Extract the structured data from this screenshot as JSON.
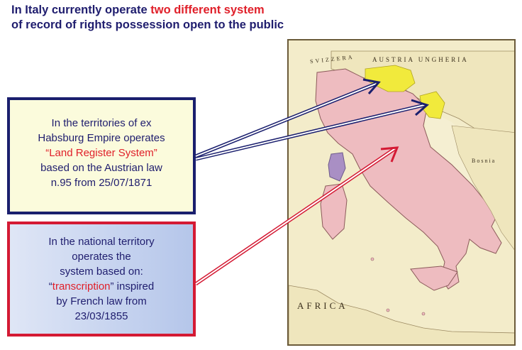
{
  "header": {
    "title_part1": "In Italy currently operate ",
    "title_highlight": "two different system",
    "title_line2": "of record of rights possession open to the public"
  },
  "box_habsburg": {
    "line1": "In the territories of ex",
    "line2": "Habsburg Empire operates",
    "highlight": "“Land Register System”",
    "line3": "based on the Austrian law",
    "line4": "n.95 from 25/07/1871",
    "border_color": "#1a1f6e"
  },
  "box_national": {
    "line1": "In the national territory",
    "line2": "operates the",
    "line3": "system based on:",
    "quote_open": "“",
    "highlight": "transcription",
    "quote_rest": "” inspired",
    "line5": "by French law from",
    "line6": "23/03/1855",
    "border_color": "#d41a34"
  },
  "map": {
    "label_austria": "AUSTRIA UNGHERIA",
    "label_svizzera": "SVIZZERA",
    "label_bosnia": "Bosnia",
    "label_africa": "AFRICA",
    "colors": {
      "italy": "#eebcc0",
      "habsburg": "#f1ea3c",
      "corsica": "#a98fc4",
      "sea": "#f3ecca"
    }
  }
}
